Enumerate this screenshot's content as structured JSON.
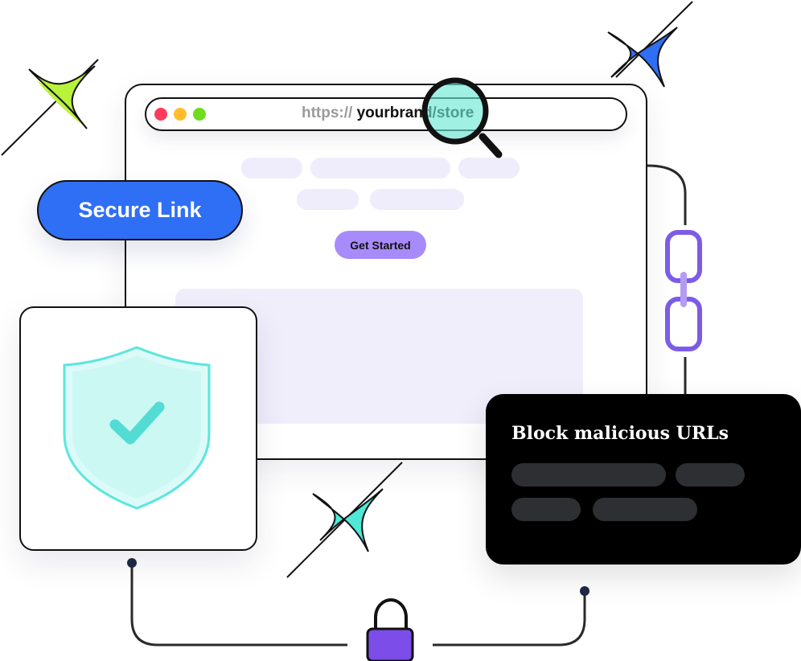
{
  "browser": {
    "url": {
      "protocol": "https://",
      "path": "yourbrand/store"
    },
    "window_dots": [
      "#ff3b5c",
      "#ffbd2e",
      "#6fdc1f"
    ],
    "cta_label": "Get Started"
  },
  "badge": {
    "label": "Secure Link"
  },
  "alert_card": {
    "title": "Block malicious URLs"
  },
  "icons": [
    "magnifier-icon",
    "shield-check-icon",
    "chain-link-icon",
    "padlock-icon",
    "sparkle-icon"
  ],
  "colors": {
    "brand_blue": "#2f6ff5",
    "accent_purple": "#a78bfa",
    "link_purple": "#7c5ce6",
    "shield_teal": "#5ce6df",
    "sparkle_lime": "#b8f23a",
    "sparkle_blue": "#2f6ff5",
    "sparkle_teal": "#4ee8d8"
  }
}
